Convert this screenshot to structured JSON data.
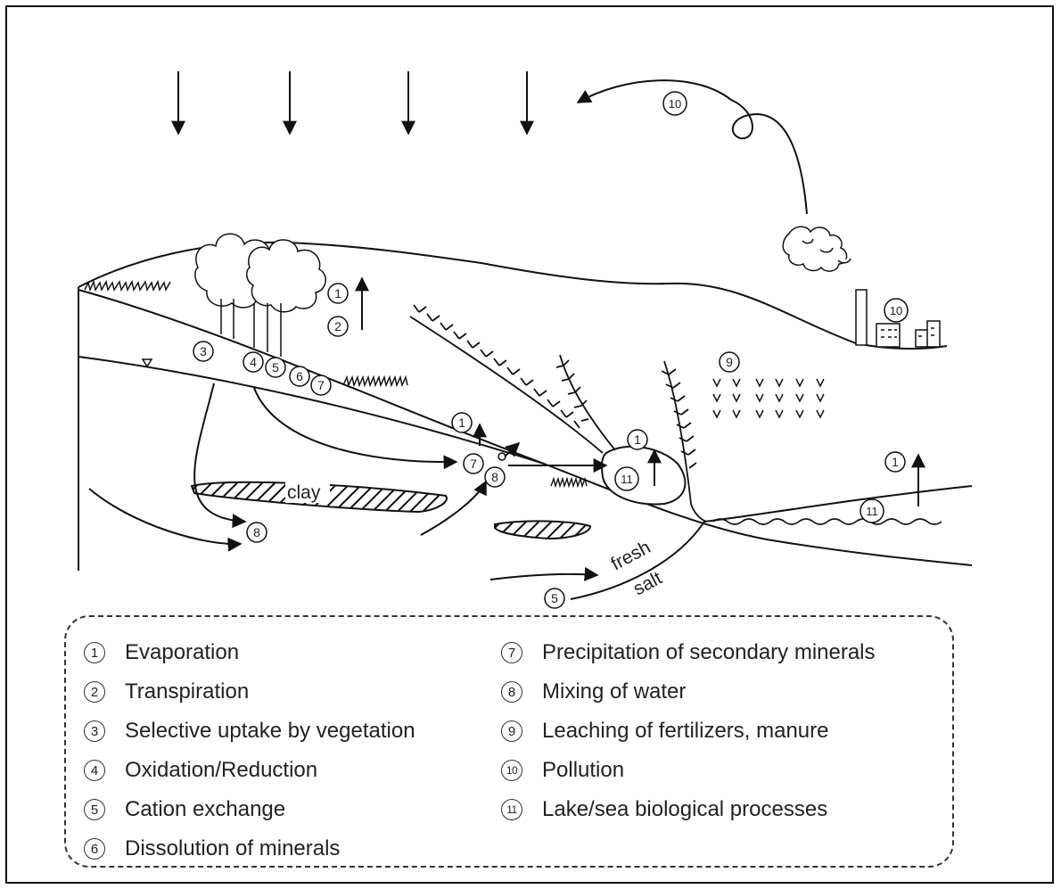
{
  "diagram_labels": {
    "clay": "clay",
    "fresh": "fresh",
    "salt": "salt"
  },
  "legend": {
    "items": [
      {
        "num": "1",
        "text": "Evaporation"
      },
      {
        "num": "2",
        "text": "Transpiration"
      },
      {
        "num": "3",
        "text": "Selective uptake by vegetation"
      },
      {
        "num": "4",
        "text": "Oxidation/Reduction"
      },
      {
        "num": "5",
        "text": "Cation exchange"
      },
      {
        "num": "6",
        "text": "Dissolution of minerals"
      },
      {
        "num": "7",
        "text": "Precipitation of secondary minerals"
      },
      {
        "num": "8",
        "text": "Mixing of water"
      },
      {
        "num": "9",
        "text": "Leaching of fertilizers, manure"
      },
      {
        "num": "10",
        "text": "Pollution"
      },
      {
        "num": "11",
        "text": "Lake/sea biological processes"
      }
    ]
  }
}
